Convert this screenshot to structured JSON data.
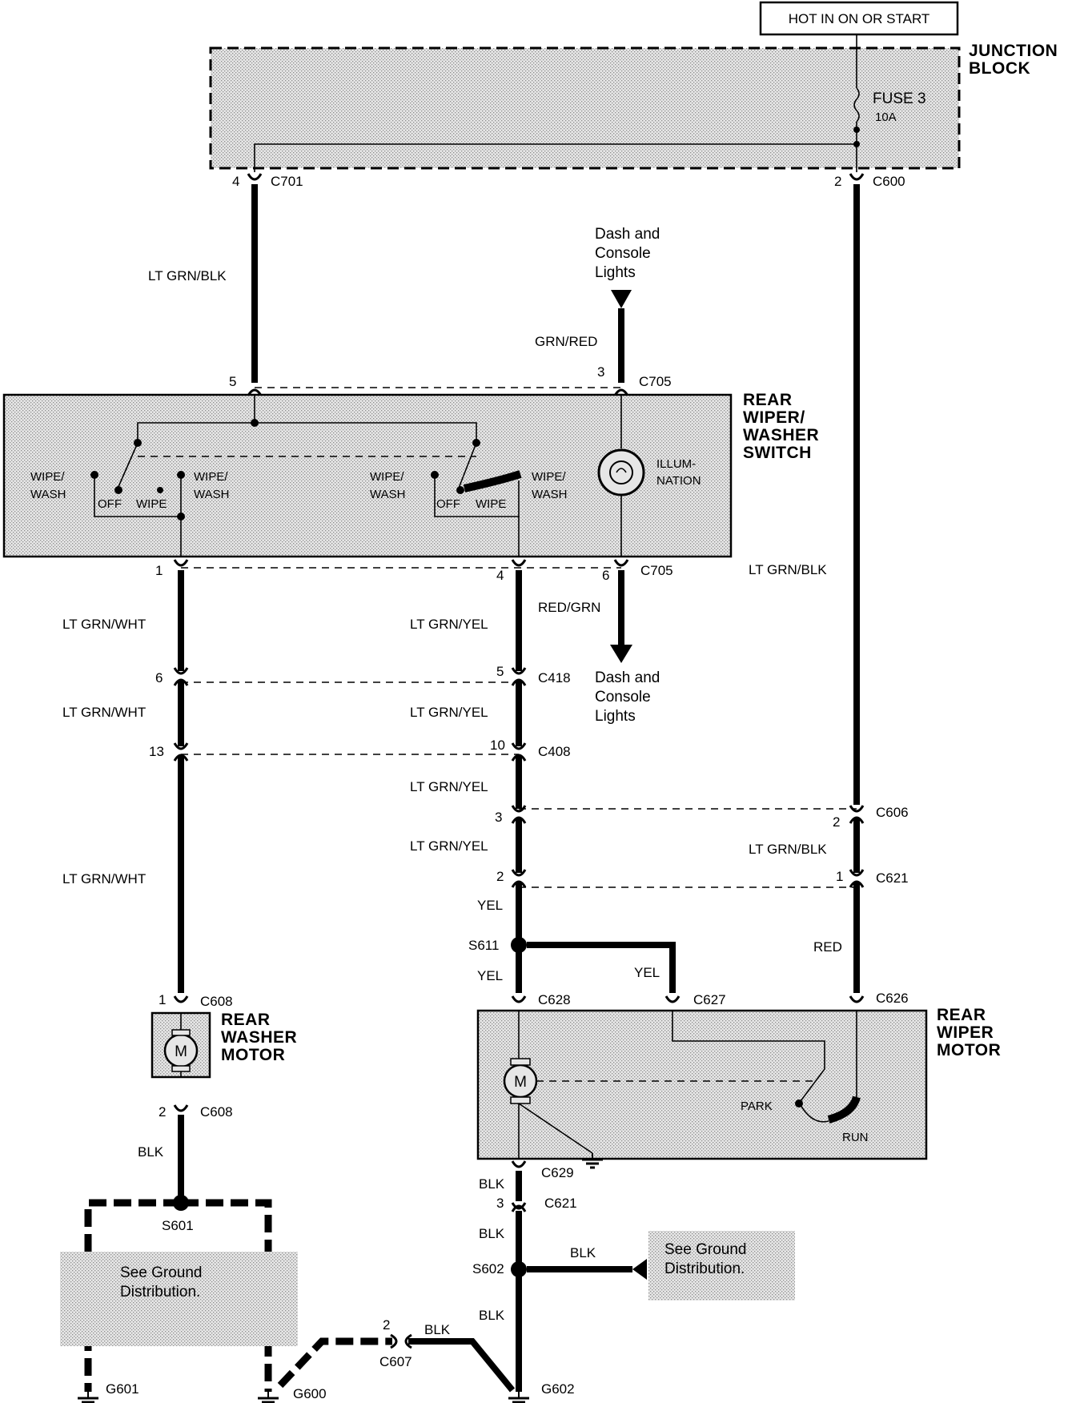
{
  "header": {
    "power_label": "HOT IN ON OR START"
  },
  "junction_block": {
    "title_line1": "JUNCTION",
    "title_line2": "BLOCK",
    "fuse": "FUSE 3",
    "rating": "10A"
  },
  "switch": {
    "title_line1": "REAR",
    "title_line2": "WIPER/",
    "title_line3": "WASHER",
    "title_line4": "SWITCH",
    "left_contact": "WIPE/",
    "left_contact2": "WASH",
    "off": "OFF",
    "wipe": "WIPE",
    "illum1": "ILLUM-",
    "illum2": "NATION"
  },
  "connectors": {
    "c701": "C701",
    "c701_pin": "4",
    "c600": "C600",
    "c600_pin": "2",
    "c705": "C705",
    "c705_pin5": "5",
    "c705_pin3": "3",
    "c705_pin1": "1",
    "c705_pin4": "4",
    "c705_pin6": "6",
    "c418": "C418",
    "c418_pin6": "6",
    "c418_pin5": "5",
    "c408": "C408",
    "c408_pin13": "13",
    "c408_pin10": "10",
    "c606": "C606",
    "c606_pin3": "3",
    "c606_pin2": "2",
    "c621": "C621",
    "c621_pin2": "2",
    "c621_pin1": "1",
    "c621_pin3": "3",
    "c608": "C608",
    "c608_pin1": "1",
    "c608_pin2": "2",
    "c628": "C628",
    "c627": "C627",
    "c626": "C626",
    "c629": "C629",
    "c607": "C607",
    "c607_pin": "2"
  },
  "wires": {
    "lt_grn_blk": "LT GRN/BLK",
    "grn_red": "GRN/RED",
    "red_grn": "RED/GRN",
    "lt_grn_wht": "LT GRN/WHT",
    "lt_grn_yel": "LT GRN/YEL",
    "yel": "YEL",
    "red": "RED",
    "blk": "BLK"
  },
  "splices": {
    "s611": "S611",
    "s601": "S601",
    "s602": "S602"
  },
  "grounds": {
    "g601": "G601",
    "g600": "G600",
    "g602": "G602"
  },
  "dash_lights": {
    "line1": "Dash and",
    "line2": "Console",
    "line3": "Lights"
  },
  "washer_motor": {
    "line1": "REAR",
    "line2": "WASHER",
    "line3": "MOTOR",
    "m": "M"
  },
  "wiper_motor": {
    "line1": "REAR",
    "line2": "WIPER",
    "line3": "MOTOR",
    "m": "M",
    "park": "PARK",
    "run": "RUN"
  },
  "ground_note": {
    "line1": "See Ground",
    "line2": "Distribution."
  }
}
